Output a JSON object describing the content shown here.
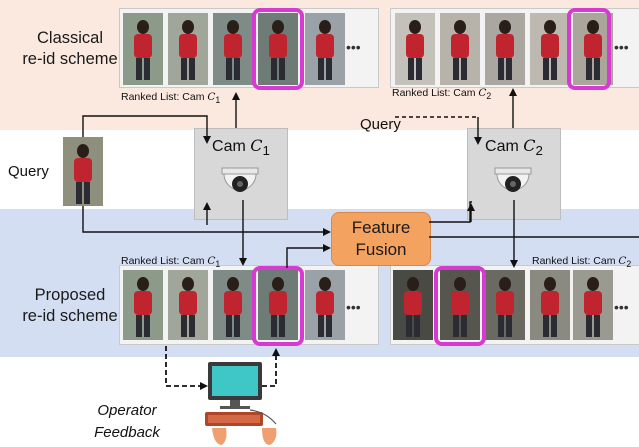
{
  "classical": {
    "line1": "Classical",
    "line2": "re-id scheme"
  },
  "proposed": {
    "line1": "Proposed",
    "line2": "re-id scheme"
  },
  "ranked_c1_top": {
    "text": "Ranked List: Cam ",
    "cam": "C",
    "sub": "1"
  },
  "ranked_c2_top": {
    "text": "Ranked List: Cam ",
    "cam": "C",
    "sub": "2"
  },
  "ranked_c1_bottom": {
    "text": "Ranked List: Cam ",
    "cam": "C",
    "sub": "1"
  },
  "ranked_c2_bottom": {
    "text": "Ranked List: Cam ",
    "cam": "C",
    "sub": "2"
  },
  "cam1": {
    "text": "Cam ",
    "cam": "C",
    "sub": "1"
  },
  "cam2": {
    "text": "Cam ",
    "cam": "C",
    "sub": "2"
  },
  "query_left": "Query",
  "query_top": "Query",
  "fusion": {
    "line1": "Feature",
    "line2": "Fusion"
  },
  "operator": {
    "line1": "Operator",
    "line2": "Feedback"
  },
  "ellipsis": "•••",
  "colors": {
    "highlight": "#d63ad0",
    "top_band": "#fbe9e0",
    "bottom_band": "#d4def2",
    "fusion": "#f4a260"
  }
}
